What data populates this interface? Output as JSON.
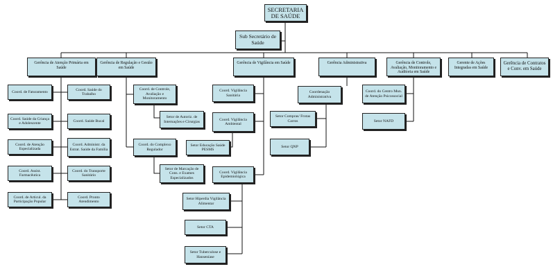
{
  "chart": {
    "root": "SECRETARIA DE SAÚDE",
    "sub": "Sub Secretário de Saúde",
    "gerencias": {
      "atencao_primaria": {
        "title": "Gerência de Atenção Primária em Saúde",
        "left": [
          "Coord. de Faturamento",
          "Coord. Saúde da Criança e Adolescente",
          "Coord. de Atenção Especializada",
          "Coord. Assist. Farmacêutica",
          "Coord. de Articul. da Participação Popular"
        ],
        "right": [
          "Coord. Saúde do Trabalho",
          "Coord. Saúde Bucal",
          "Coord. Administr. da Estrat. Saúde da Família",
          "Coord. do Transporte Sanitário",
          "Coord. Pronto Atendimento"
        ]
      },
      "regulacao": {
        "title": "Gerência de Regulação e Gestão em Saúde",
        "coord_controle": "Coord. de Controle, Avaliação e Monitoramento",
        "setor_autoriz": "Setor de Autoriz. de Internações e Cirurgias",
        "coord_complexo": "Coord. do Complexo Regulador",
        "setor_marcacao": "Setor de Marcação de Cons. e Exames Especializados"
      },
      "vigilancia": {
        "title": "Gerência de Vigilância em Saúde",
        "coord_sanitaria": "Coord. Vigilância Sanitária",
        "coord_ambiental": "Coord. Vigilância Ambiental",
        "setor_educacao": "Setor Educação Saúde PESMS",
        "coord_epidemiologica": "Coord. Vigilância Epidemiológica",
        "setor_hiperdia": "Setor Hiperdia Vigilância Alimentar",
        "setor_cta": "Setor CTA",
        "setor_tuberculose": "Setor Tuberculose e Hanseníase"
      },
      "administrativa": {
        "title": "Gerência Administrativa",
        "coord_admin": "Coordenação Administrativa",
        "setor_compras": "Setor Compras/ Frotas Carros",
        "setor_qnp": "Setor QNP"
      },
      "controle_auditoria": {
        "title": "Gerência de Controle, Avaliação, Monitoramento e Auditoria em Saúde",
        "coord_centro": "Coord. do Centro Mun. de Atenção Psicossocial",
        "setor_nafd": "Setor NAFD"
      },
      "acoes_integradas": {
        "title": "Gerente de Ações Integradas em Saúde"
      },
      "contratos": {
        "title": "Gerência de Contratos e Conv. em Saúde"
      }
    }
  }
}
